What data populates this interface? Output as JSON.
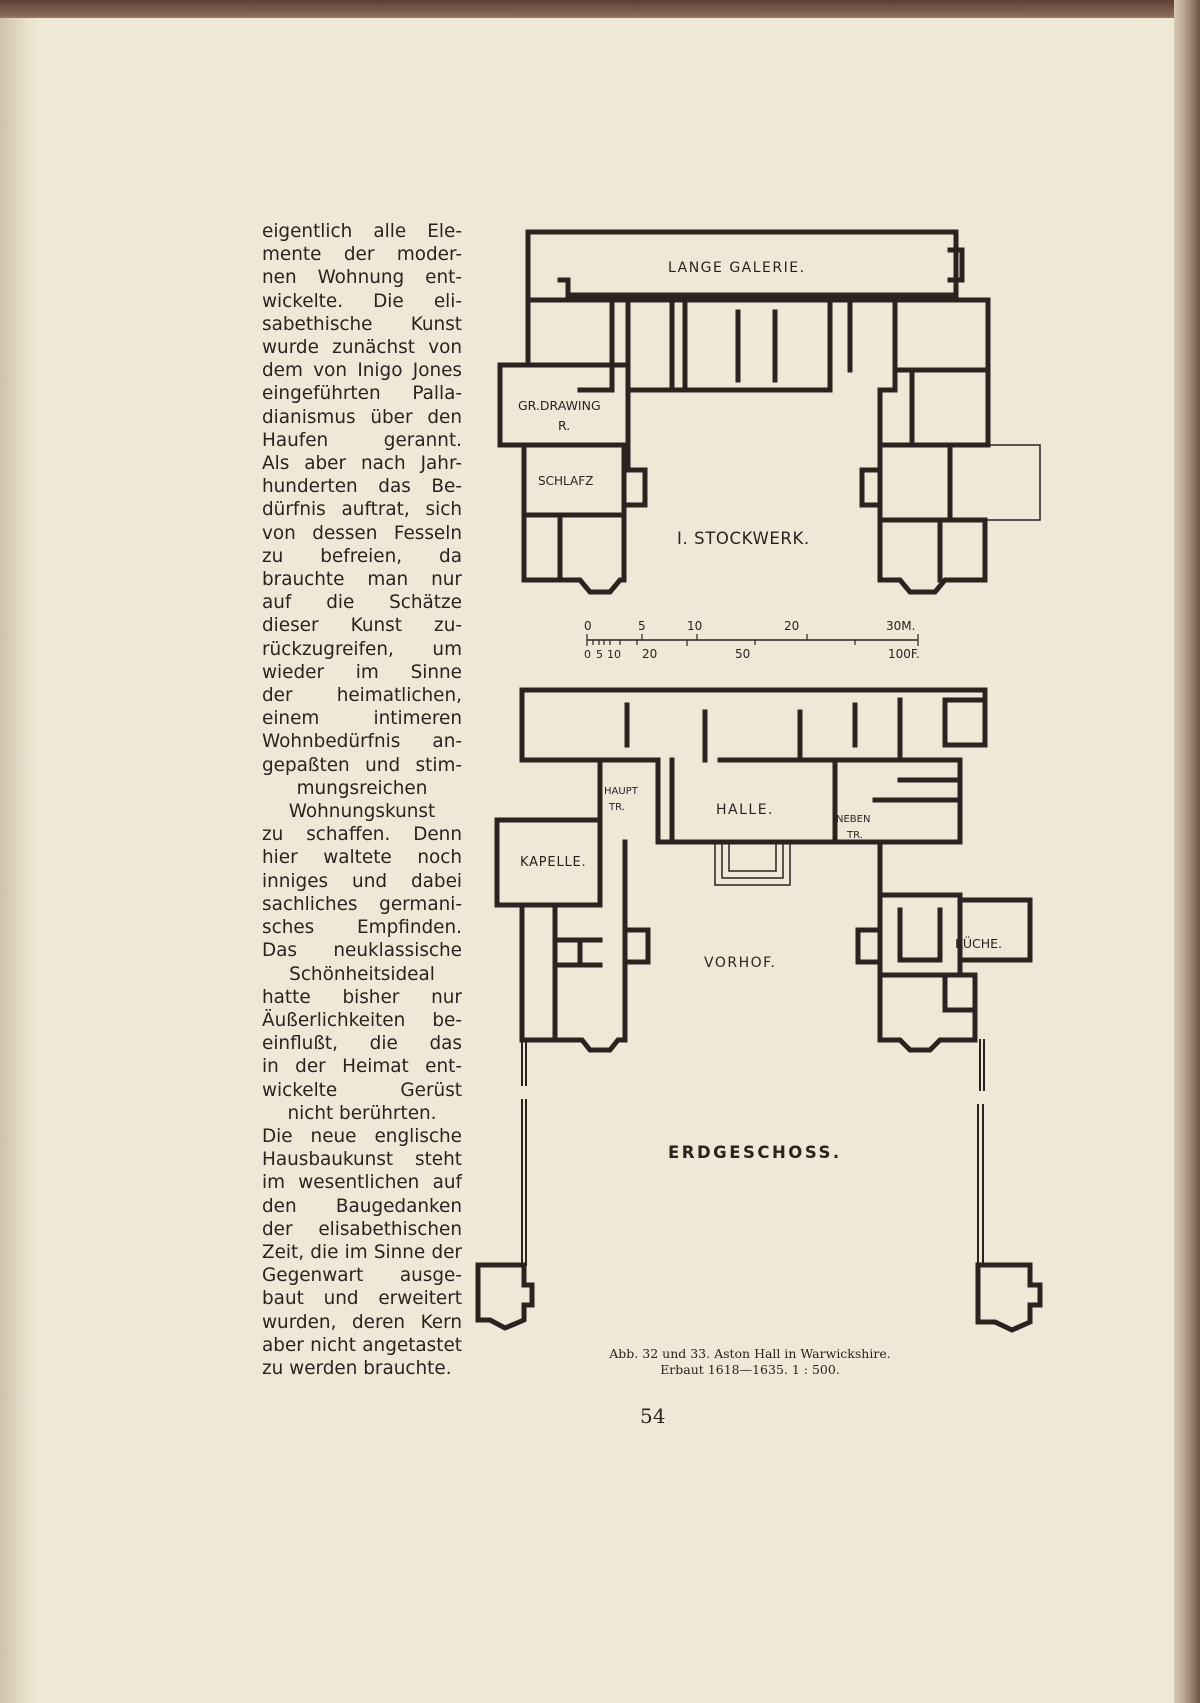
{
  "body_text": [
    "eigentlich alle Ele-",
    "mente der moder-",
    "nen Wohnung ent-",
    "wickelte. Die eli-",
    "sabethische Kunst",
    "wurde zunächst von",
    "dem von Inigo Jones",
    "eingeführten Palla-",
    "dianismus über den",
    "Haufen gerannt.",
    "Als aber nach Jahr-",
    "hunderten das Be-",
    "dürfnis auftrat, sich",
    "von dessen Fesseln",
    "zu befreien, da",
    "brauchte man nur",
    "auf die Schätze",
    "dieser Kunst zu-",
    "rückzugreifen, um",
    "wieder im Sinne",
    "der heimatlichen,",
    "einem intimeren",
    "Wohnbedürfnis an-",
    "gepaßten und stim-",
    "mungsreichen",
    "Wohnungskunst",
    "zu schaffen. Denn",
    "hier waltete noch",
    "inniges und dabei",
    "sachliches germani-",
    "sches Empfinden.",
    "Das neuklassische",
    "Schönheitsideal",
    "hatte bisher nur",
    "Äußerlichkeiten be-",
    "einflußt, die das",
    "in der Heimat ent-",
    "wickelte Gerüst",
    "nicht berührten.",
    "Die neue englische",
    "Hausbaukunst steht",
    "im wesentlichen auf",
    "den Baugedanken",
    "der elisabethischen",
    "Zeit, die im Sinne der",
    "Gegenwart ausge-",
    "baut und erweitert",
    "wurden, deren Kern",
    "aber nicht angetastet",
    "zu werden brauchte."
  ],
  "plan_upper": {
    "labels": {
      "lange_galerie": "LANGE GALERIE.",
      "gr_drawing_1": "GR.DRAWING",
      "gr_drawing_2": "R.",
      "schlafz": "SCHLAFZ",
      "stockwerk": "I. STOCKWERK."
    }
  },
  "scale_bar": {
    "meters": [
      "0",
      "5",
      "10",
      "20",
      "30M."
    ],
    "feet": [
      "0",
      "5",
      "10",
      "20",
      "50",
      "100F."
    ]
  },
  "plan_lower": {
    "labels": {
      "haupt_1": "HAUPT",
      "haupt_2": "TR.",
      "halle": "HALLE.",
      "neben_1": "NEBEN",
      "neben_2": "TR.",
      "kapelle": "KAPELLE.",
      "vorhof": "VORHOF.",
      "kuche": "KÜCHE.",
      "erdgeschoss": "ERDGESCHOSS."
    }
  },
  "caption": {
    "line1": "Abb. 32 und 33. Aston Hall in Warwickshire.",
    "line2": "Erbaut 1618—1635. 1 : 500."
  },
  "page_number": "54"
}
